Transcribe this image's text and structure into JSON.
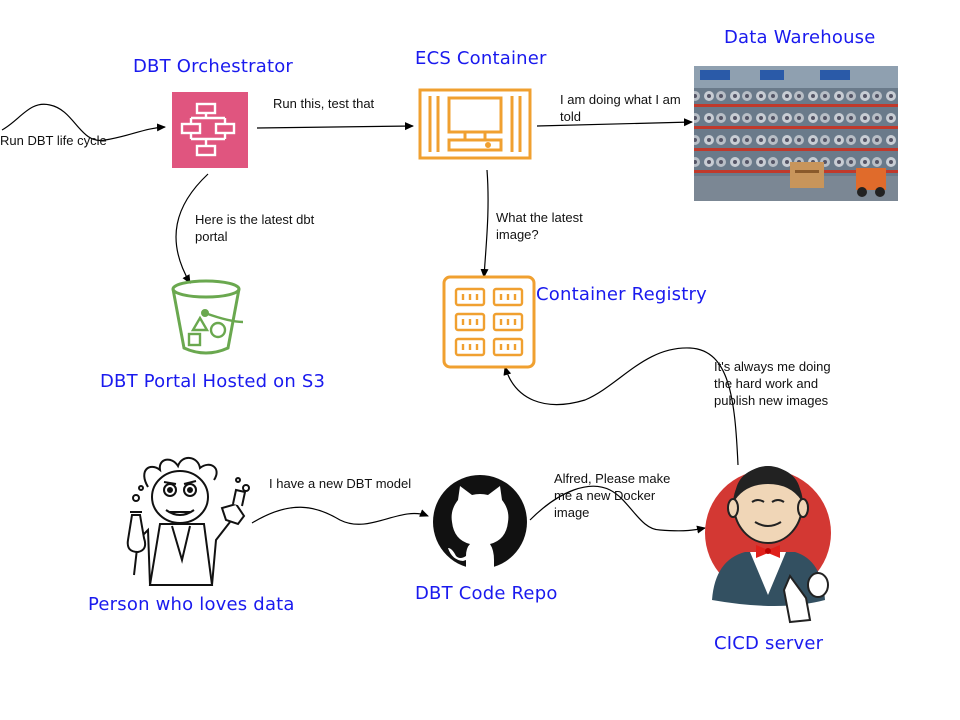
{
  "nodes": {
    "orchestrator": {
      "title": "DBT Orchestrator"
    },
    "ecs": {
      "title": "ECS Container"
    },
    "warehouse": {
      "title": "Data Warehouse"
    },
    "registry": {
      "title": "Container Registry"
    },
    "portal": {
      "title": "DBT Portal Hosted on S3"
    },
    "person": {
      "title": "Person who loves data"
    },
    "repo": {
      "title": "DBT Code Repo"
    },
    "cicd": {
      "title": "CICD server"
    }
  },
  "edges": {
    "lifecycle": {
      "label": "Run DBT life cycle"
    },
    "orch_to_ecs": {
      "label": "Run this, test that"
    },
    "ecs_to_dw": {
      "label_line1": "I am doing what I am",
      "label_line2": "told"
    },
    "orch_to_portal": {
      "label_line1": "Here is the latest dbt",
      "label_line2": "portal"
    },
    "ecs_to_registry": {
      "label_line1": "What the latest",
      "label_line2": "image?"
    },
    "person_to_repo": {
      "label": "I have a new DBT model"
    },
    "repo_to_cicd": {
      "label_line1": "Alfred, Please make",
      "label_line2": "me a new Docker",
      "label_line3": "image"
    },
    "cicd_to_registry": {
      "label_line1": "It's always me doing",
      "label_line2": "the hard work and",
      "label_line3": "publish new images"
    }
  },
  "colors": {
    "title": "#1a1aee",
    "orchestrator_bg": "#e0557f",
    "orange": "#f0a030",
    "s3_green": "#6aa84f",
    "github": "#111111",
    "jenkins_red": "#d33833"
  }
}
